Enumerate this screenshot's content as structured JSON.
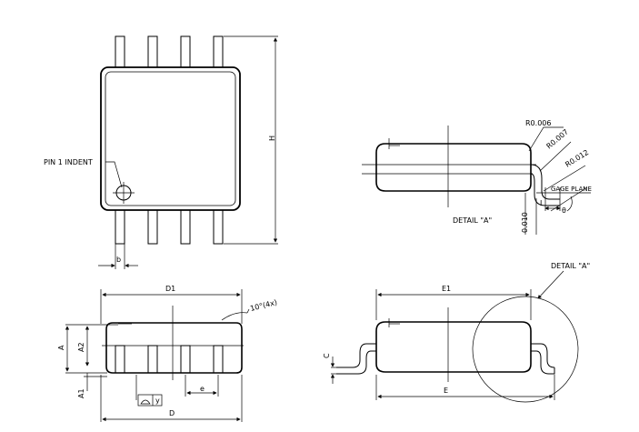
{
  "labels": {
    "pin1_indent": "PIN 1 INDENT",
    "dim_h": "H",
    "dim_b": "b",
    "r_0006": "R0.006",
    "r_0007": "R0.007",
    "r_0012": "R0.012",
    "gage_plane": "GAGE PLANE",
    "dim_l": "L",
    "angle": "θ",
    "dim_0010": "0.010",
    "detail_a_caption": "DETAIL \"A\"",
    "detail_a_callout": "DETAIL \"A\"",
    "dim_d1": "D1",
    "angle_10": "10°(4x)",
    "dim_a": "A",
    "dim_a2": "A2",
    "dim_a1": "A1",
    "dim_e": "e",
    "flatness_y": "y",
    "dim_d": "D",
    "dim_e1": "E1",
    "dim_c": "C",
    "dim_e_width": "E"
  }
}
